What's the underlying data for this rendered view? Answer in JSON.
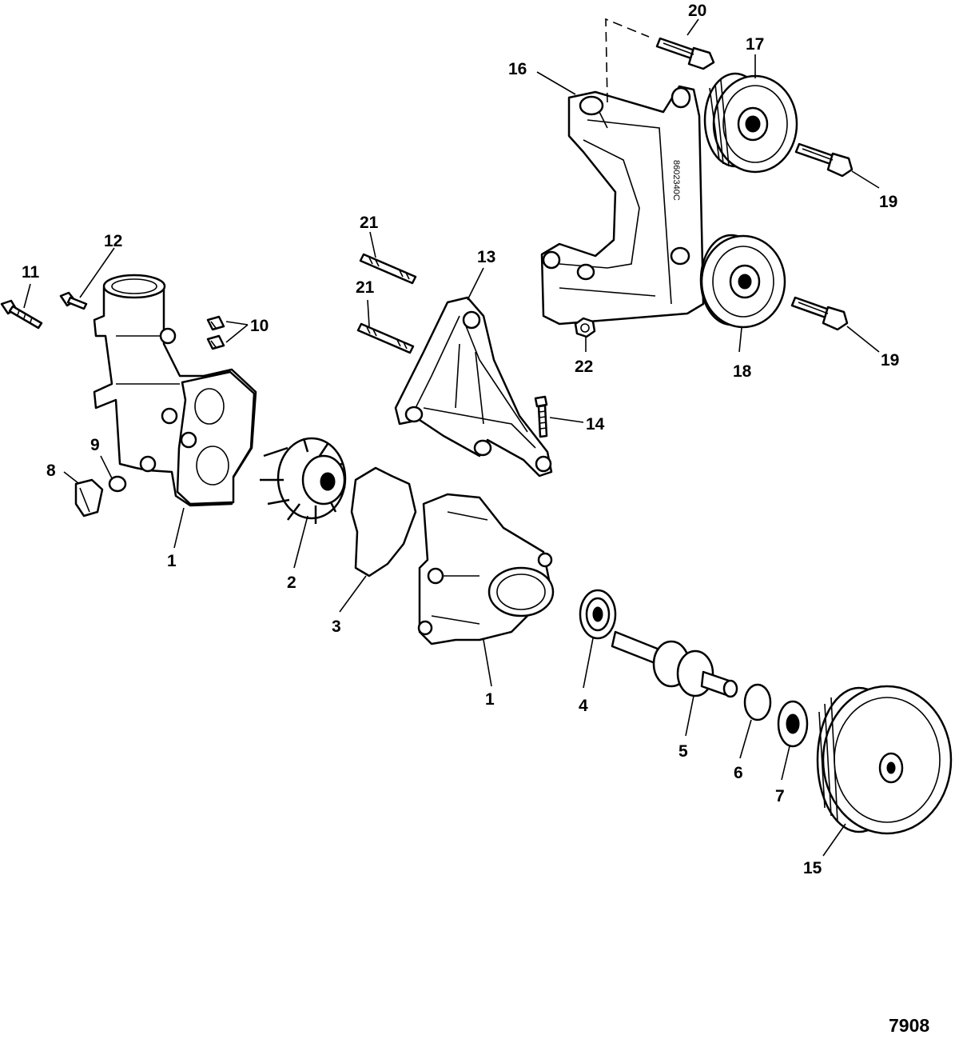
{
  "diagram": {
    "callouts": {
      "c1_left": "1",
      "c1_right": "1",
      "c2": "2",
      "c3": "3",
      "c4": "4",
      "c5": "5",
      "c6": "6",
      "c7": "7",
      "c8": "8",
      "c9": "9",
      "c10": "10",
      "c11": "11",
      "c12": "12",
      "c13": "13",
      "c14": "14",
      "c15": "15",
      "c16": "16",
      "c17": "17",
      "c18": "18",
      "c19_top": "19",
      "c19_bottom": "19",
      "c20": "20",
      "c21_top": "21",
      "c21_bottom": "21",
      "c22": "22"
    },
    "figure_number": "7908",
    "bracket_stamp": "8602340C"
  }
}
